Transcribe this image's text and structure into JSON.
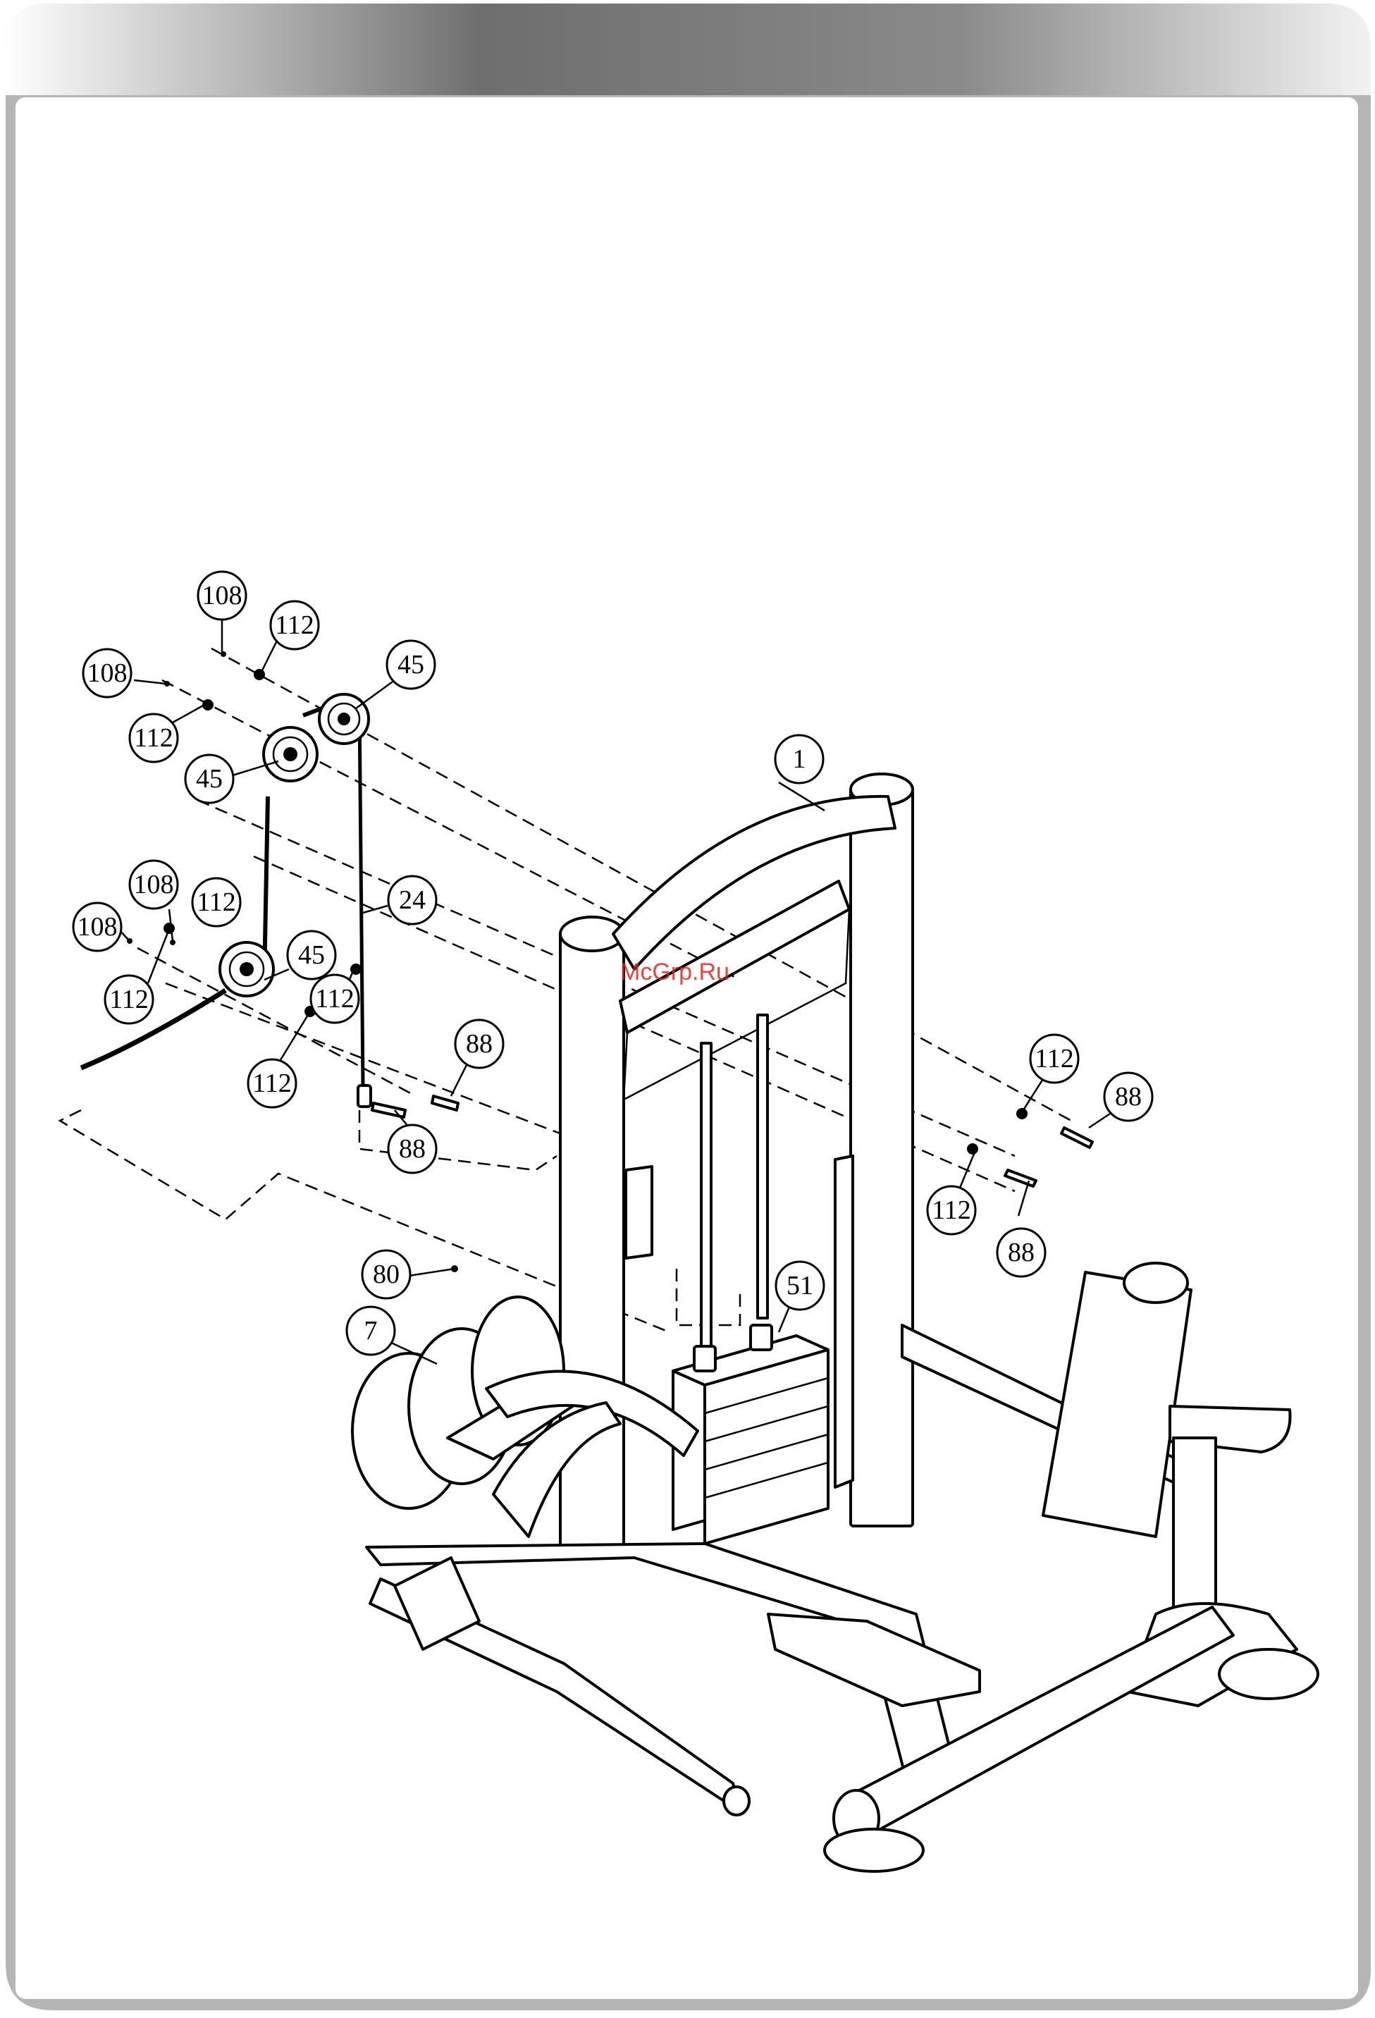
{
  "watermark": "McGrp.Ru",
  "colors": {
    "header_gradient_dark": "#6e6e6e",
    "header_gradient_light": "#f2f2f2",
    "frame": "#b5b5b5",
    "line": "#000000",
    "watermark": "#e0261f"
  },
  "callouts": [
    {
      "id": "c108a",
      "label": "108"
    },
    {
      "id": "c112a",
      "label": "112"
    },
    {
      "id": "c108b",
      "label": "108"
    },
    {
      "id": "c112b",
      "label": "112"
    },
    {
      "id": "c45a",
      "label": "45"
    },
    {
      "id": "c45b",
      "label": "45"
    },
    {
      "id": "c1",
      "label": "1"
    },
    {
      "id": "c24",
      "label": "24"
    },
    {
      "id": "c108c",
      "label": "108"
    },
    {
      "id": "c112c",
      "label": "112"
    },
    {
      "id": "c108d",
      "label": "108"
    },
    {
      "id": "c45c",
      "label": "45"
    },
    {
      "id": "c112d",
      "label": "112"
    },
    {
      "id": "c112e",
      "label": "112"
    },
    {
      "id": "c112f",
      "label": "112"
    },
    {
      "id": "c88a",
      "label": "88"
    },
    {
      "id": "c88b",
      "label": "88"
    },
    {
      "id": "c112g",
      "label": "112"
    },
    {
      "id": "c88c",
      "label": "88"
    },
    {
      "id": "c112h",
      "label": "112"
    },
    {
      "id": "c88d",
      "label": "88"
    },
    {
      "id": "c80",
      "label": "80"
    },
    {
      "id": "c51",
      "label": "51"
    },
    {
      "id": "c7",
      "label": "7"
    }
  ]
}
